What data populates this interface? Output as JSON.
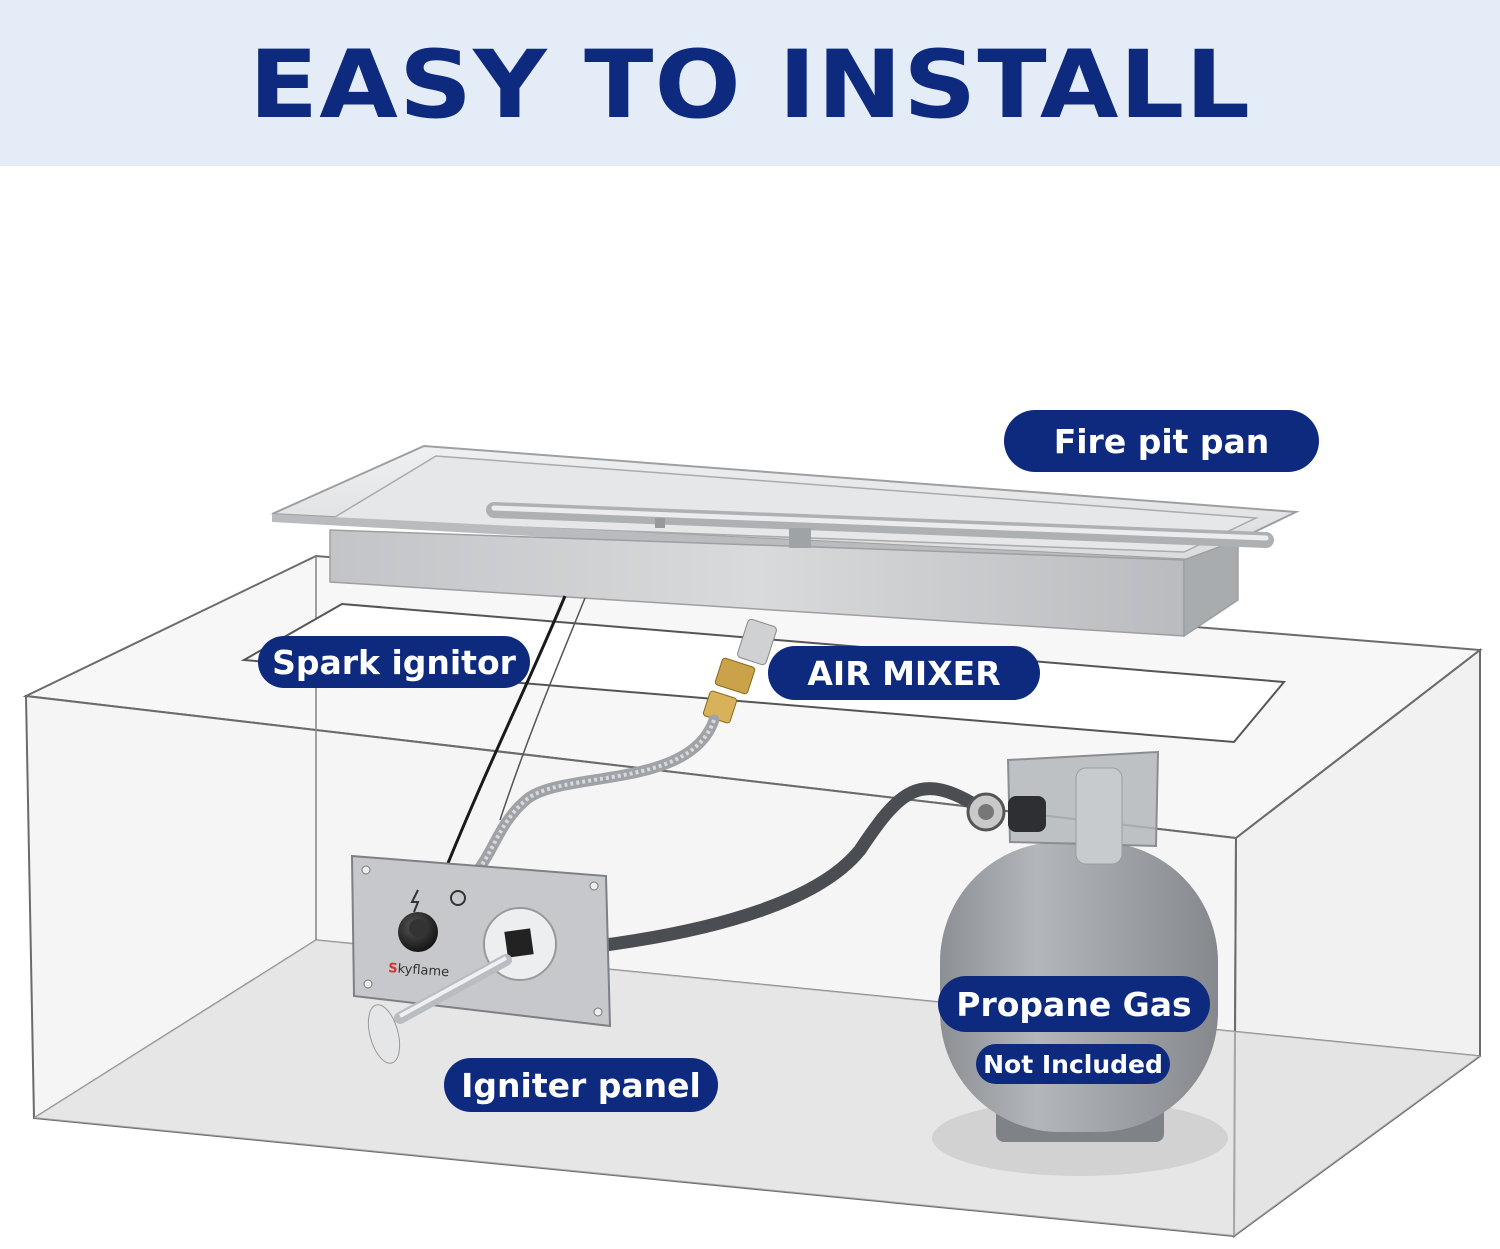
{
  "header": {
    "title": "EASY TO INSTALL"
  },
  "labels": {
    "fire_pit_pan": "Fire pit pan",
    "spark_ignitor": "Spark ignitor",
    "air_mixer": "AIR MIXER",
    "igniter_panel": "Igniter panel",
    "propane_gas": "Propane Gas",
    "not_included": "Not Included"
  },
  "panel": {
    "brand": "Skyflame"
  },
  "colors": {
    "accent": "#0d2a7e",
    "banner_bg": "#e4ecf8",
    "steel": "#c9cbce",
    "tank": "#9ea1a6"
  }
}
